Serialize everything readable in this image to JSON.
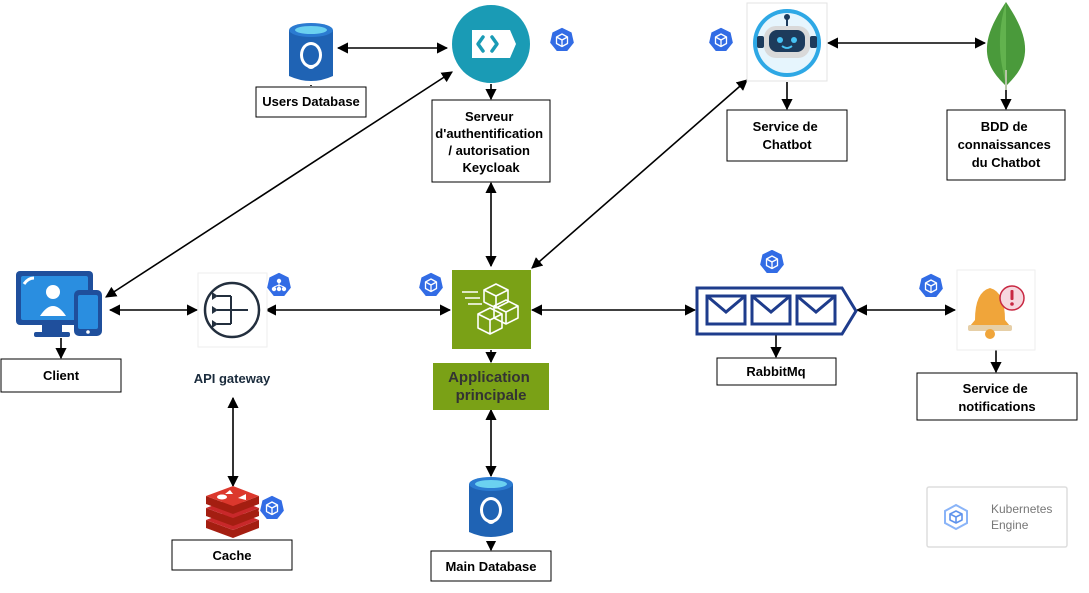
{
  "nodes": {
    "users_db": {
      "label": "Users Database"
    },
    "keycloak": {
      "label": [
        "Serveur",
        "d'authentification",
        "/ autorisation",
        "Keycloak"
      ]
    },
    "chatbot": {
      "label": [
        "Service de",
        "Chatbot"
      ]
    },
    "chatbot_db": {
      "label": [
        "BDD de",
        "connaissances",
        "du Chatbot"
      ]
    },
    "client": {
      "label": "Client"
    },
    "api_gateway": {
      "label": "API gateway"
    },
    "app": {
      "label": [
        "Application",
        "principale"
      ]
    },
    "rabbitmq": {
      "label": "RabbitMq"
    },
    "notifications": {
      "label": [
        "Service de",
        "notifications"
      ]
    },
    "cache": {
      "label": "Cache"
    },
    "main_db": {
      "label": "Main Database"
    },
    "legend": {
      "label": [
        "Kubernetes",
        "Engine"
      ]
    }
  },
  "colors": {
    "k8s_blue": "#326ce5",
    "keycloak_teal": "#1a9bb5",
    "app_green": "#7aa116",
    "postgres_blue": "#1f63b4",
    "redis_red": "#c8282a",
    "mongo_green": "#4a9a3b",
    "client_blue": "#1f4f9c",
    "rabbit_navy": "#1e3c8c",
    "bell_orange": "#f0a53a",
    "chatbot_cyan": "#2ea8e5"
  },
  "icons": [
    "postgres-icon",
    "keycloak-icon",
    "kubernetes-icon",
    "chatbot-robot-icon",
    "mongodb-leaf-icon",
    "client-devices-icon",
    "api-gateway-icon",
    "application-cubes-icon",
    "message-queue-icon",
    "notification-bell-icon",
    "redis-icon"
  ]
}
